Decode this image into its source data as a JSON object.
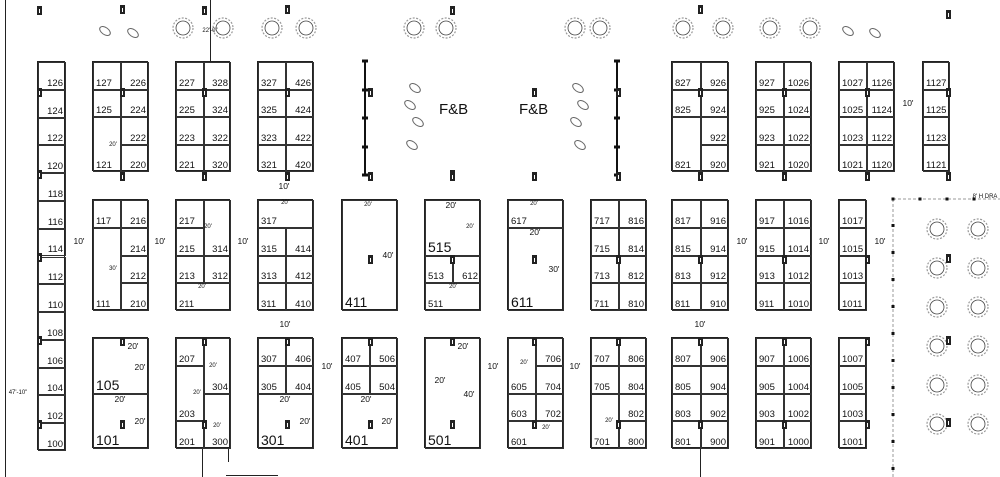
{
  "title": "Exhibit Hall Floor Plan",
  "food_beverage": [
    "F&B",
    "F&B"
  ],
  "blocks": [
    [
      "126",
      "124",
      "122",
      "120",
      "118",
      "116",
      "114",
      "112",
      "110",
      "108",
      "106",
      "104",
      "102",
      "100"
    ],
    [
      "127",
      "226",
      "125",
      "224",
      "121",
      "222",
      "220"
    ],
    [
      "227",
      "328",
      "225",
      "324",
      "223",
      "322",
      "221",
      "320"
    ],
    [
      "327",
      "426",
      "325",
      "424",
      "323",
      "422",
      "321",
      "420"
    ],
    [
      "827",
      "926",
      "825",
      "924",
      "821",
      "922",
      "920"
    ],
    [
      "927",
      "1026",
      "925",
      "1024",
      "923",
      "1022",
      "921",
      "1020"
    ],
    [
      "1027",
      "1126",
      "1025",
      "1124",
      "1023",
      "1122",
      "1021",
      "1120"
    ],
    [
      "1127",
      "1125",
      "1123",
      "1121"
    ],
    [
      "117",
      "216",
      "111",
      "214",
      "212",
      "210"
    ],
    [
      "217",
      "314",
      "215",
      "213",
      "312",
      "211"
    ],
    [
      "317",
      "315",
      "414",
      "313",
      "412",
      "311",
      "410"
    ],
    [
      "411"
    ],
    [
      "515",
      "513",
      "612",
      "511"
    ],
    [
      "617",
      "611"
    ],
    [
      "717",
      "816",
      "715",
      "814",
      "713",
      "812",
      "711",
      "810"
    ],
    [
      "817",
      "916",
      "815",
      "914",
      "813",
      "912",
      "811",
      "910"
    ],
    [
      "917",
      "1016",
      "915",
      "1014",
      "913",
      "1012",
      "911",
      "1010"
    ],
    [
      "1017",
      "1015",
      "1013",
      "1011"
    ],
    [
      "105",
      "101"
    ],
    [
      "207",
      "203",
      "201",
      "304",
      "300"
    ],
    [
      "307",
      "406",
      "305",
      "404",
      "301"
    ],
    [
      "407",
      "506",
      "405",
      "504",
      "401"
    ],
    [
      "501"
    ],
    [
      "605",
      "706",
      "704",
      "603",
      "702",
      "601"
    ],
    [
      "707",
      "806",
      "705",
      "804",
      "701",
      "802",
      "800"
    ],
    [
      "807",
      "906",
      "805",
      "904",
      "803",
      "902",
      "801",
      "900"
    ],
    [
      "907",
      "1006",
      "905",
      "1004",
      "903",
      "1002",
      "901",
      "1000"
    ],
    [
      "1007",
      "1005",
      "1003",
      "1001"
    ]
  ],
  "dimensions": [
    "10'",
    "10'",
    "10'",
    "10'",
    "10'",
    "10'",
    "10'",
    "10'",
    "10'",
    "10'",
    "10'",
    "10'",
    "10'",
    "22'-0\"",
    "47'-10\"",
    "8' H DRA"
  ],
  "inner_dimensions": [
    "20'",
    "20'",
    "20'",
    "20'",
    "40'",
    "20'",
    "20'",
    "20'",
    "20'",
    "20'",
    "20'",
    "30'",
    "30'",
    "20'",
    "20'",
    "20'",
    "20'",
    "20'",
    "20'",
    "20'",
    "20'",
    "20'",
    "20'",
    "20'",
    "20'",
    "40'",
    "20'",
    "20'",
    "20'",
    "20'"
  ]
}
